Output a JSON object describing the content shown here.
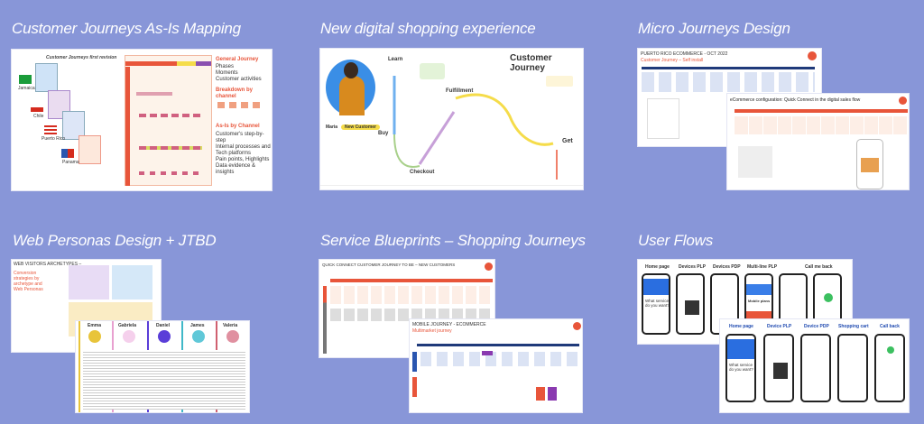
{
  "cards": [
    {
      "title": "Customer Journeys As-Is Mapping",
      "caption": "Customer Journeys first revision",
      "countries": [
        "Jamaica",
        "Chile",
        "Puerto Rico",
        "Panama"
      ],
      "notes": [
        "General Journey",
        "Breakdown by channel",
        "As-Is by Channel"
      ],
      "note_items": [
        "Phases",
        "Moments",
        "Customer activities",
        "Customer's step-by-step",
        "Internal processes and Tech platforms",
        "Pain points, Highlights",
        "Data evidence & insights"
      ]
    },
    {
      "title": "New digital shopping experience",
      "heading": "Customer Journey",
      "stages": [
        "Learn",
        "Buy",
        "Checkout",
        "Fulfillment",
        "Get"
      ],
      "persona": "Maria",
      "badge": "New Customer"
    },
    {
      "title": "Micro Journeys Design",
      "header": "PUERTO RICO ECOMMERCE - OCT 2022",
      "subheader": "Customer Journey – Self install",
      "config_title": "eCommerce configuration: Quick Connect in the digital sales flow"
    },
    {
      "title": "Web Personas Design + JTBD",
      "archetypes": "WEB VISITORS ARCHETYPES –",
      "archetypes_sub": "Conversion strategies by archetype and Web Personas",
      "personas": [
        "Emma",
        "Gabriela",
        "Daniel",
        "James",
        "Valeria"
      ]
    },
    {
      "title": "Service Blueprints – Shopping Journeys",
      "blueprint1": "QUICK CONNECT CUSTOMER JOURNEY TO BE – NEW CUSTOMERS",
      "blueprint2": "MOBILE JOURNEY - ECOMMERCE",
      "blueprint2_sub": "Multimarket journey"
    },
    {
      "title": "User Flows",
      "flow1": [
        "Home page",
        "Devices PLP",
        "Devices PDP",
        "Multi-line PLP",
        "Call me back"
      ],
      "flow2": [
        "Home page",
        "Device PLP",
        "Device PDP",
        "Shopping cart",
        "Call back"
      ],
      "hero": "What service do you want?",
      "plans": "Mobile plans"
    }
  ],
  "colors": {
    "bg": "#8896d8",
    "accent": "#e8553a",
    "navy": "#1f3a7a",
    "yellow": "#f5dc4a",
    "purple": "#b98ad0"
  }
}
